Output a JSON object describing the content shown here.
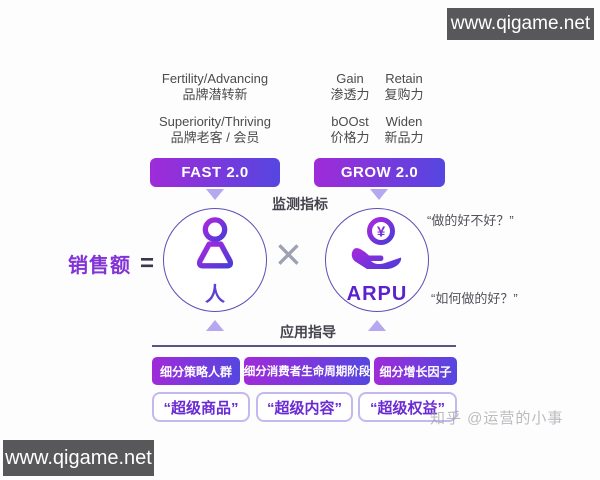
{
  "site_watermark": {
    "top_right": "www.qigame.net",
    "bottom_left": "www.qigame.net"
  },
  "author_watermark": "知乎 @运营的小事",
  "fast_section": {
    "pairs": [
      {
        "en": "Fertility/Advancing",
        "cn": "品牌潜转新"
      },
      {
        "en": "Superiority/Thriving",
        "cn": "品牌老客 / 会员"
      }
    ],
    "button_label": "FAST 2.0"
  },
  "grow_section": {
    "pairs": [
      {
        "en": "Gain",
        "cn": "渗透力"
      },
      {
        "en": "Retain",
        "cn": "复购力"
      },
      {
        "en": "bOOst",
        "cn": "价格力"
      },
      {
        "en": "Widen",
        "cn": "新品力"
      }
    ],
    "button_label": "GROW 2.0"
  },
  "stage_labels": {
    "monitor": "监测指标",
    "guidance": "应用指导"
  },
  "formula": {
    "sales": "销售额",
    "equals": "=",
    "person": "人",
    "multiply": "×",
    "arpu": "ARPU"
  },
  "quotes": {
    "top": "“做的好不好？”",
    "bottom": "“如何做的好？”"
  },
  "guidance_buttons": {
    "segments": [
      "细分策略人群",
      "细分消费者生命周期阶段",
      "细分增长因子"
    ],
    "supers": [
      "“超级商品”",
      "“超级内容”",
      "“超级权益”"
    ]
  },
  "icons": {
    "person": "person-icon",
    "money_hand": "money-in-hand-icon",
    "coin_symbol": "¥"
  },
  "colors": {
    "gradient_start": "#9F2BD9",
    "gradient_end": "#5646E0",
    "triangle": "#B5A7F0",
    "circle_stroke": "#5F4DB5",
    "purple_text": "#6B2BD3",
    "gray_text": "#4B4B4B",
    "watermark_bg": "#58585A",
    "divider": "#5C5584"
  }
}
